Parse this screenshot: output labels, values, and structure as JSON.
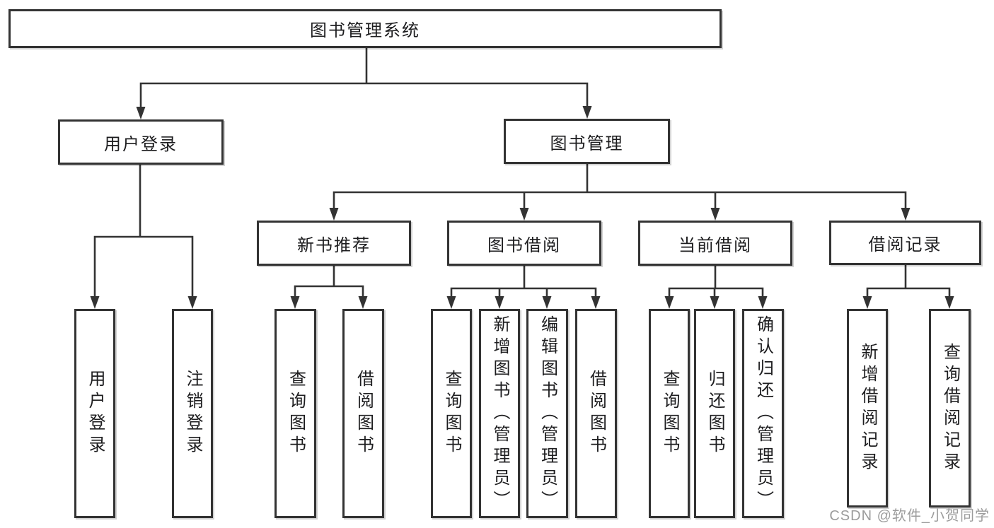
{
  "diagram": {
    "watermark": "CSDN @软件_小贺同学",
    "colors": {
      "line": "#333333",
      "box_border": "#333333",
      "text": "#1d1d1f",
      "watermark": "#9c9c9c",
      "background": "#ffffff"
    },
    "root": {
      "label": "图书管理系统",
      "children": [
        {
          "label": "用户登录",
          "children": [
            {
              "label": "用户登录"
            },
            {
              "label": "注销登录"
            }
          ]
        },
        {
          "label": "图书管理",
          "children": [
            {
              "label": "新书推荐",
              "children": [
                {
                  "label": "查询图书"
                },
                {
                  "label": "借阅图书"
                }
              ]
            },
            {
              "label": "图书借阅",
              "children": [
                {
                  "label": "查询图书"
                },
                {
                  "label": "新增图书（管理员）"
                },
                {
                  "label": "编辑图书（管理员）"
                },
                {
                  "label": "借阅图书"
                }
              ]
            },
            {
              "label": "当前借阅",
              "children": [
                {
                  "label": "查询图书"
                },
                {
                  "label": "归还图书"
                },
                {
                  "label": "确认归还（管理员）"
                }
              ]
            },
            {
              "label": "借阅记录",
              "children": [
                {
                  "label": "新增借阅记录"
                },
                {
                  "label": "查询借阅记录"
                }
              ]
            }
          ]
        }
      ]
    }
  }
}
